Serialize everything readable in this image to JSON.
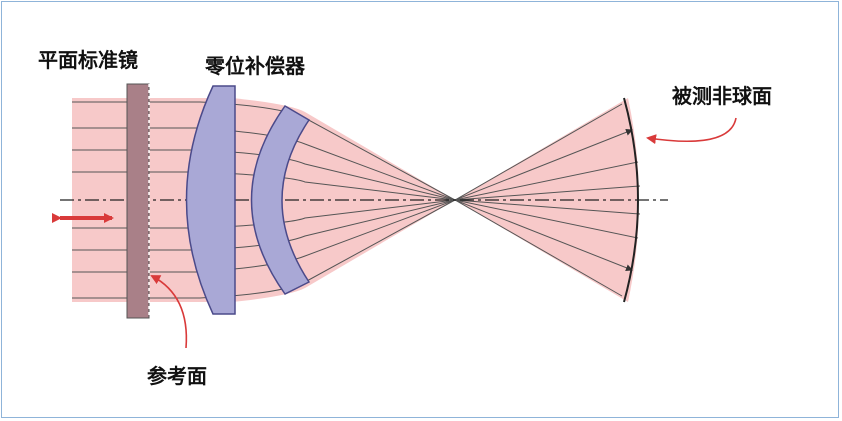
{
  "labels": {
    "flat_reference": "平面标准镜",
    "null_compensator": "零位补偿器",
    "aspheric_surface": "被测非球面",
    "reference_surface": "参考面"
  },
  "colors": {
    "beam_fill": "#f7c9c9",
    "ray": "#555555",
    "lens_fill": "#a9a8d6",
    "lens_stroke": "#4b4a8a",
    "plate_fill": "#a98088",
    "arrow": "#d93a3a",
    "axis": "#222222",
    "frame": "#8fb4d9"
  },
  "icons": {
    "double_arrow": "double-arrow-icon",
    "callout_arrow": "callout-arrow-icon"
  }
}
